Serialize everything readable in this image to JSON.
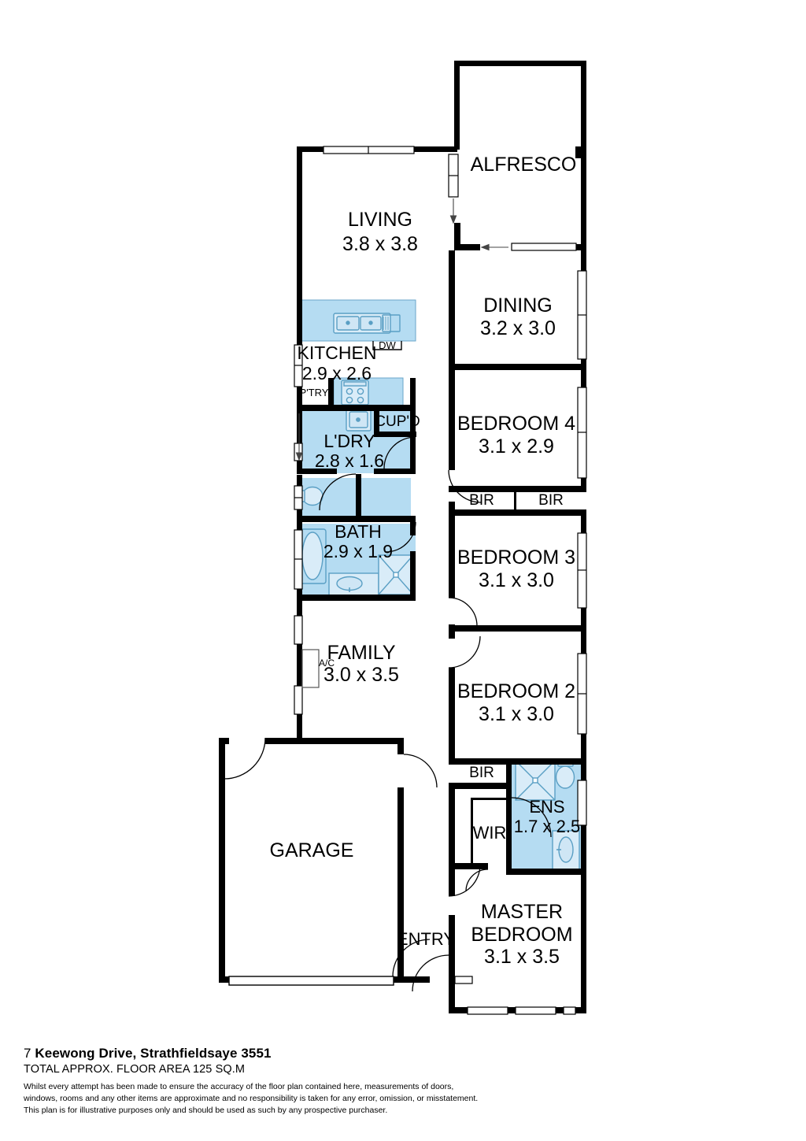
{
  "plan": {
    "title": "Residential floor plan",
    "wet_area_fill": "#b5dcf2",
    "wall_color": "#000000",
    "fixture_stroke": "#5a9fc4",
    "rooms": [
      {
        "id": "alfresco",
        "name": "ALFRESCO",
        "dims": ""
      },
      {
        "id": "living",
        "name": "LIVING",
        "dims": "3.8 x 3.8"
      },
      {
        "id": "dining",
        "name": "DINING",
        "dims": "3.2 x 3.0"
      },
      {
        "id": "kitchen",
        "name": "KITCHEN",
        "dims": "2.9 x 2.6"
      },
      {
        "id": "pantry",
        "name": "P'TRY",
        "dims": ""
      },
      {
        "id": "cupboard",
        "name": "CUP'D",
        "dims": ""
      },
      {
        "id": "laundry",
        "name": "L'DRY",
        "dims": "2.8 x 1.6"
      },
      {
        "id": "bath",
        "name": "BATH",
        "dims": "2.9 x 1.9"
      },
      {
        "id": "family",
        "name": "FAMILY",
        "dims": "3.0 x 3.5"
      },
      {
        "id": "garage",
        "name": "GARAGE",
        "dims": ""
      },
      {
        "id": "entry",
        "name": "ENTRY",
        "dims": ""
      },
      {
        "id": "bedroom4",
        "name": "BEDROOM 4",
        "dims": "3.1 x 2.9"
      },
      {
        "id": "bedroom3",
        "name": "BEDROOM 3",
        "dims": "3.1 x 3.0"
      },
      {
        "id": "bedroom2",
        "name": "BEDROOM 2",
        "dims": "3.1 x 3.0"
      },
      {
        "id": "master",
        "name_line1": "MASTER",
        "name_line2": "BEDROOM",
        "dims": "3.1 x 3.5"
      },
      {
        "id": "ensuite",
        "name": "ENS",
        "dims": "1.7 x 2.5"
      },
      {
        "id": "wir",
        "name": "WIR",
        "dims": ""
      },
      {
        "id": "bir_bed4_left",
        "name": "BIR",
        "dims": ""
      },
      {
        "id": "bir_bed4_right",
        "name": "BIR",
        "dims": ""
      },
      {
        "id": "bir_bed2",
        "name": "BIR",
        "dims": ""
      }
    ],
    "labels": {
      "alfresco": "ALFRESCO",
      "living_name": "LIVING",
      "living_dims": "3.8 x 3.8",
      "dining_name": "DINING",
      "dining_dims": "3.2 x 3.0",
      "kitchen_name": "KITCHEN",
      "kitchen_dims": "2.9 x 2.6",
      "pantry": "P'TRY",
      "cupboard": "CUP'D",
      "dishwasher": "DW",
      "laundry_name": "L'DRY",
      "laundry_dims": "2.8 x 1.6",
      "bath_name": "BATH",
      "bath_dims": "2.9 x 1.9",
      "family_name": "FAMILY",
      "family_dims": "3.0 x 3.5",
      "aircon": "A/C",
      "garage": "GARAGE",
      "entry": "ENTRY",
      "bedroom4_name": "BEDROOM 4",
      "bedroom4_dims": "3.1 x 2.9",
      "bedroom3_name": "BEDROOM 3",
      "bedroom3_dims": "3.1 x 3.0",
      "bedroom2_name": "BEDROOM 2",
      "bedroom2_dims": "3.1 x 3.0",
      "master_line1": "MASTER",
      "master_line2": "BEDROOM",
      "master_dims": "3.1 x 3.5",
      "ensuite_name": "ENS",
      "ensuite_dims": "1.7 x 2.5",
      "wir": "WIR",
      "bir_1": "BIR",
      "bir_2": "BIR",
      "bir_3": "BIR"
    }
  },
  "footer": {
    "address": "7 Keewong Drive, Strathfieldsaye 3551",
    "address_number": "7 ",
    "address_street": "Keewong Drive, Strathfieldsaye 3551",
    "total_area": "TOTAL APPROX. FLOOR AREA 125 SQ.M",
    "disclaimer_line1": "Whilst every attempt has been made to ensure the accuracy of the floor plan contained here, measurements of doors,",
    "disclaimer_line2": "windows, rooms and any other items are approximate and no responsibility is taken for any error, omission, or misstatement.",
    "disclaimer_line3": "This plan is for illustrative purposes only and should be used as such by any prospective purchaser."
  }
}
